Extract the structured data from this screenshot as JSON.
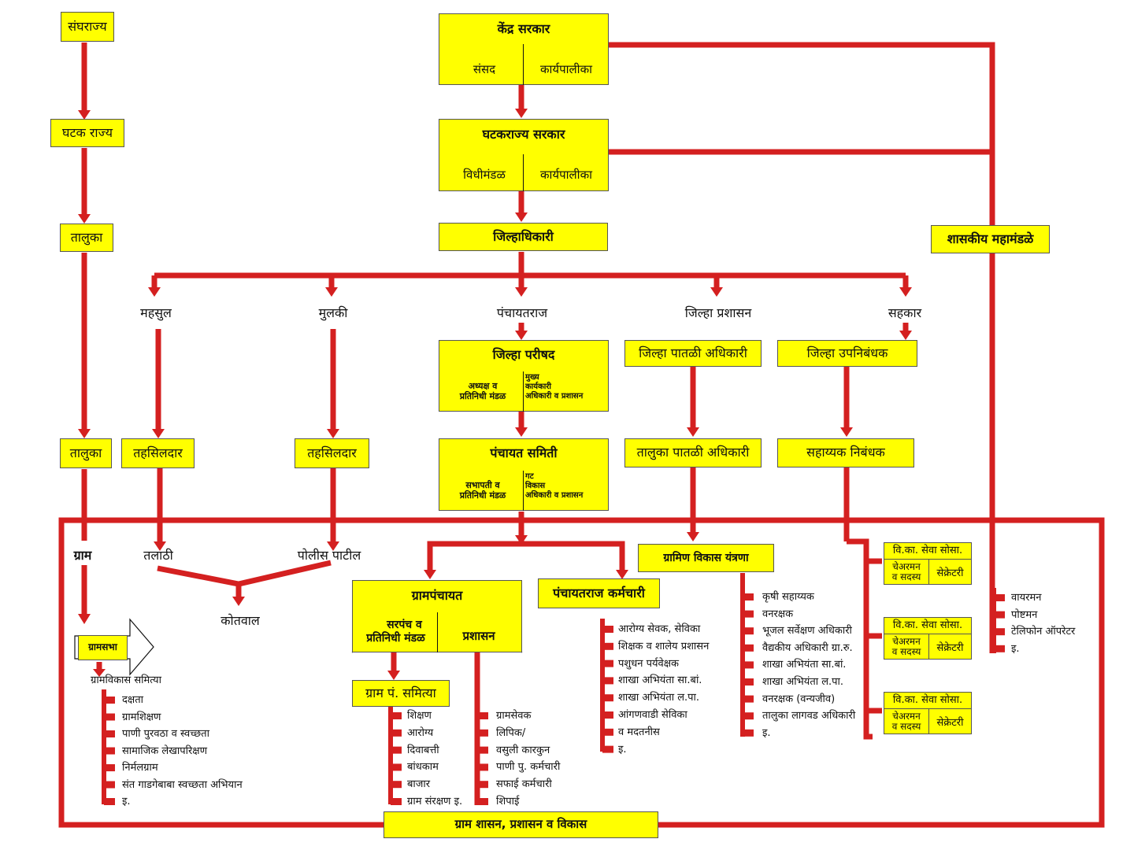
{
  "left_column": {
    "sangharajya": "संघराज्य",
    "ghatak_rajya": "घटक राज्य",
    "taluka_top": "तालुका",
    "taluka_mid": "तालुका",
    "gram": "ग्राम"
  },
  "central_gov": {
    "title": "केंद्र सरकार",
    "left": "संसद",
    "right": "कार्यपालीका"
  },
  "state_gov": {
    "title": "घटकराज्य सरकार",
    "left": "विधीमंडळ",
    "right": "कार्यपालीका"
  },
  "collector": "जिल्हाधिकारी",
  "gov_corporations": "शासकीय महामंडळे",
  "branches": {
    "mahsul": "महसुल",
    "mulki": "मुलकी",
    "panchayatraj": "पंचायतराज",
    "jilha_prashasan": "जिल्हा प्रशासन",
    "sahakar": "सहकार"
  },
  "zilla_parishad": {
    "title": "जिल्हा परीषद",
    "left": [
      "अध्यक्ष व",
      "प्रतिनिधी मंडळ"
    ],
    "right": [
      "मुख्य",
      "कार्यकारी",
      "अधिकारी व प्रशासन"
    ]
  },
  "panchayat_samiti": {
    "title": "पंचायत समिती",
    "left": [
      "सभापती व",
      "प्रतिनिधी मंडळ"
    ],
    "right": [
      "गट",
      "विकास",
      "अधिकारी व प्रशासन"
    ]
  },
  "tahsildar_1": "तहसिलदार",
  "tahsildar_2": "तहसिलदार",
  "talathi": "तलाठी",
  "police_patil": "पोलीस पाटील",
  "kotwal": "कोतवाल",
  "district_officer": "जिल्हा पातळी अधिकारी",
  "taluka_officer": "तालुका पातळी अधिकारी",
  "district_registrar": "जिल्हा उपनिबंधक",
  "asst_registrar": "सहाय्यक निबंधक",
  "gram_panchayat": {
    "title": "ग्रामपंचायत",
    "left": [
      "सरपंच व",
      "प्रतिनिधी मंडळ"
    ],
    "right": "प्रशासन"
  },
  "panchayatraj_staff": "पंचायतराज कर्मचारी",
  "gram_p_samitya": "ग्राम पं. समित्या",
  "rural_dev_machinery": "ग्रामिण विकास यंत्रणा",
  "gramsabha": "ग्रामसभा",
  "gram_vikas_samitya": "ग्रामविकास समित्या",
  "gramsabha_items": [
    "दक्षता",
    "ग्रामशिक्षण",
    "पाणी पुरवठा व स्वच्छता",
    "सामाजिक लेखापरिक्षण",
    "निर्मलग्राम",
    "संत गाडगेबाबा स्वच्छता अभियान",
    "इ."
  ],
  "samiti_items": [
    "शिक्षण",
    "आरोग्य",
    "दिवाबत्ती",
    "बांधकाम",
    "बाजार",
    "ग्राम संरक्षण इ."
  ],
  "prashasan_items": [
    "ग्रामसेवक",
    "लिपिक/",
    "वसुली कारकुन",
    "पाणी पु. कर्मचारी",
    "सफाई कर्मचारी",
    "शिपाई"
  ],
  "staff_items": [
    "आरोग्य सेवक, सेविका",
    "शिक्षक व शालेय प्रशासन",
    "पशुधन पर्यवेक्षक",
    "शाखा अभियंता सा.बां.",
    "शाखा अभियंता ल.पा.",
    "आंगणवाडी सेविका",
    "व मदतनीस",
    "इ."
  ],
  "rural_items": [
    "कृषी सहाय्यक",
    "वनरक्षक",
    "भूजल सर्वेक्षण अधिकारी",
    "वैद्यकीय अधिकारी ग्रा.रु.",
    "शाखा अभियंता सा.बां.",
    "शाखा अभियंता ल.पा.",
    "वनरक्षक (वन्यजीव)",
    "तालुका लागवड अधिकारी",
    "इ."
  ],
  "coop_society": {
    "title": "वि.का. सेवा सोसा.",
    "left": [
      "चेअरमन",
      "व सदस्य"
    ],
    "right": "सेक्रेटरी"
  },
  "corp_items": [
    "वायरमन",
    "पोष्टमन",
    "टेलिफोन ऑपरेटर",
    "इ."
  ],
  "footer": "ग्राम शासन, प्रशासन व विकास",
  "colors": {
    "line": "#d42020",
    "box": "#ffff00"
  }
}
